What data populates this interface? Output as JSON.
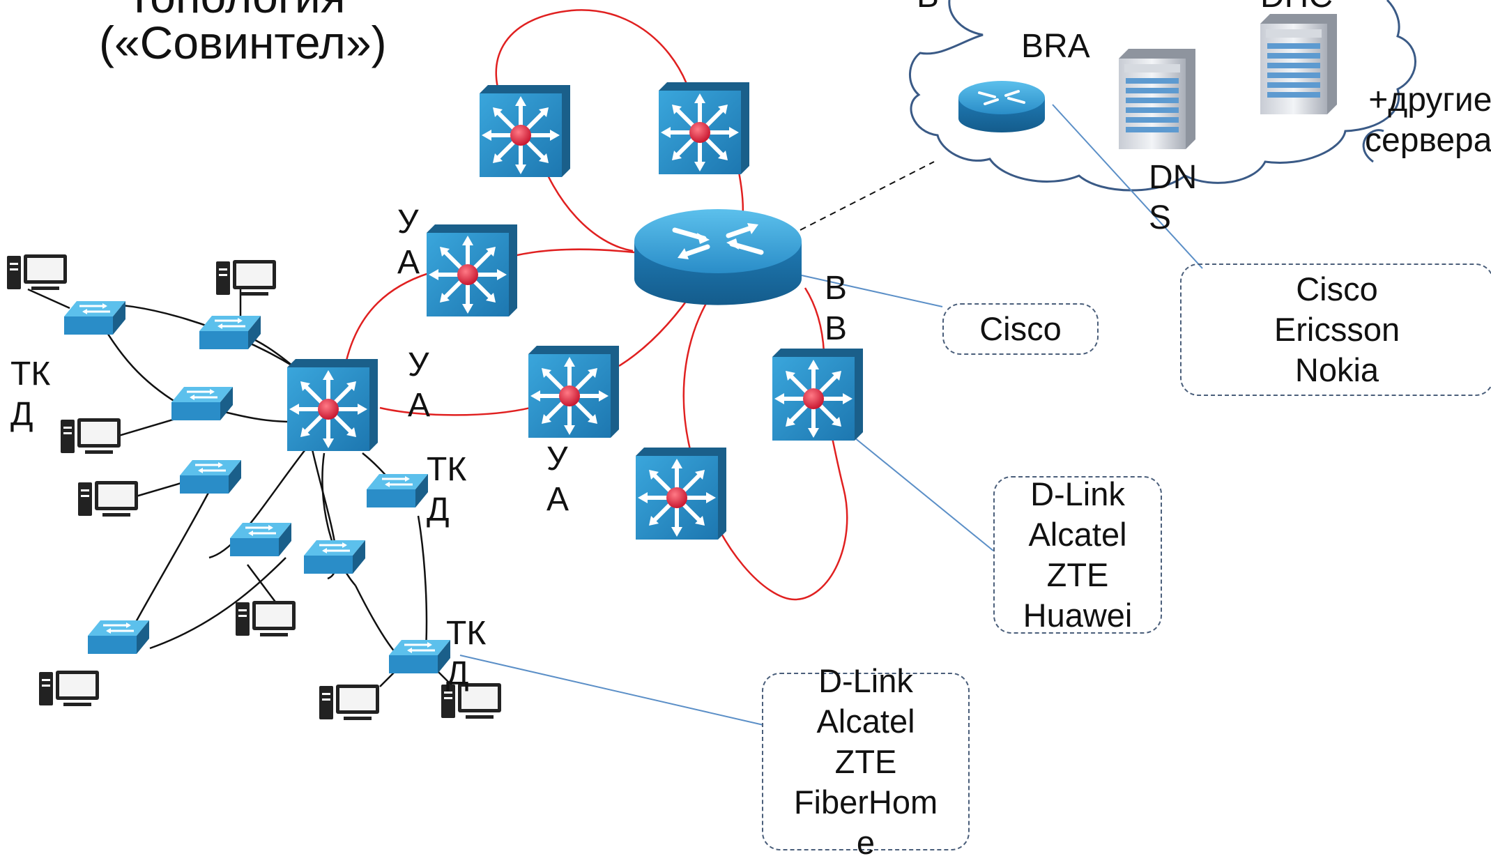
{
  "title": {
    "line1": "Топология",
    "line2": "(«Совинтел»)"
  },
  "cloud": {
    "top_left_label": "В",
    "top_right_label": "DHC",
    "bra_label": "BRA",
    "dns_label": "DN\nS",
    "others_label": "+другие\nсервера"
  },
  "labels": {
    "ua1": "У\nА",
    "ua2": "У\nА",
    "ua3": "У\nА",
    "bb": "В\nВ",
    "tkd1": "ТК\nД",
    "tkd2": "ТК\nД",
    "tkd3": "ТК\nД"
  },
  "vendor_boxes": {
    "cisco_only": [
      "Cisco"
    ],
    "core_vendors": [
      "Cisco",
      "Ericsson",
      "Nokia"
    ],
    "aggregation_vendors": [
      "D-Link",
      "Alcatel",
      "ZTE",
      "Huawei"
    ],
    "access_vendors": [
      "D-Link",
      "Alcatel",
      "ZTE",
      "FiberHom",
      "e"
    ]
  },
  "colors": {
    "ring": "#e02020",
    "access_link": "#111111",
    "callout": "#5b8fc7",
    "device_blue": "#2a8dc8",
    "device_dark": "#1a5f8a",
    "center_dot": "#e0283c"
  },
  "icons": {
    "core_router": "router-icon",
    "l3_switch": "layer3-switch-icon",
    "access_switch": "workgroup-switch-icon",
    "pc": "desktop-pc-icon",
    "server": "server-tower-icon"
  }
}
